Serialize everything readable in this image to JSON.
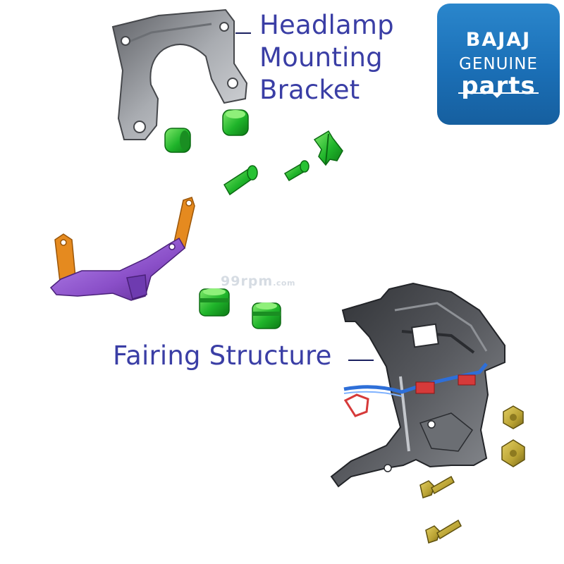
{
  "labels": {
    "headlamp": [
      "Headlamp",
      "Mounting",
      "Bracket"
    ],
    "fairing": "Fairing Structure"
  },
  "logo": {
    "brand": "BAJAJ",
    "line1": "GENUINE",
    "line2": "parts"
  },
  "watermark": {
    "main": "99rpm",
    "domain": ".com"
  },
  "colors": {
    "label_text": "#3a3ea5",
    "logo_background": "#1b6fb6",
    "bracket_metal": "#8f9297",
    "rubber_grommet": "#1fb42a",
    "orange_strap": "#e58a1f",
    "purple_bracket": "#8a4fc8",
    "frame_dark": "#4a4c50",
    "brass_fastener": "#b9a233",
    "wire_blue": "#2e6fd8",
    "wire_red": "#d63a3a"
  },
  "icons": {
    "logo": "bajaj-genuine-parts-logo",
    "watermark": "99rpm-watermark"
  }
}
